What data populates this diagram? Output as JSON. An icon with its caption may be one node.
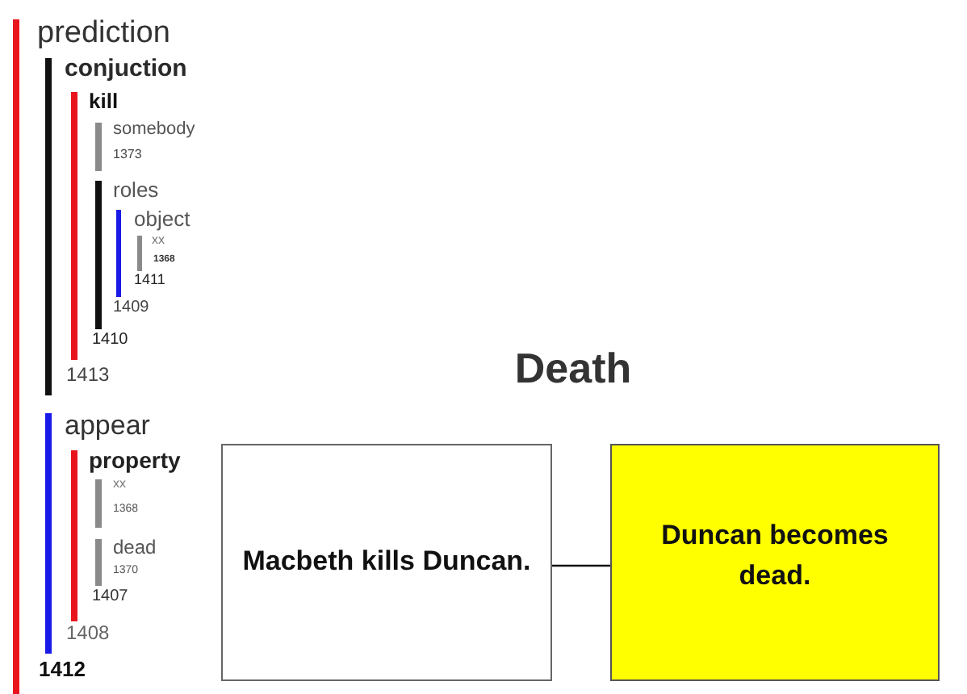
{
  "diagram": {
    "title": "Death",
    "nodes": [
      {
        "text": [
          "prediction",
          "1412"
        ]
      },
      {
        "text": [
          "conjuction",
          "1413"
        ],
        "in": 0
      },
      {
        "text": [
          "kill",
          "1410"
        ],
        "in": 1
      },
      {
        "text": [
          "somebody",
          "1373"
        ],
        "in": 2
      },
      {
        "text": [
          "roles",
          "1409"
        ],
        "in": 2
      },
      {
        "text": [
          "object",
          "1411"
        ],
        "in": 4
      },
      {
        "text": [
          "xx",
          "1368"
        ],
        "in": 5
      },
      {
        "text": [
          "appear",
          "1408"
        ],
        "in": 0
      },
      {
        "text": [
          "property",
          "1407"
        ],
        "in": 7
      },
      {
        "text": [
          "xx",
          "1368"
        ],
        "in": 8
      },
      {
        "text": [
          "dead",
          "1370"
        ],
        "in": 8
      },
      {
        "text": [
          "Macbeth kills Duncan."
        ]
      },
      {
        "text": [
          "Duncan becomes dead."
        ]
      }
    ],
    "edges": [
      {
        "from": 11,
        "to": 12,
        "arrow": "none"
      }
    ]
  }
}
